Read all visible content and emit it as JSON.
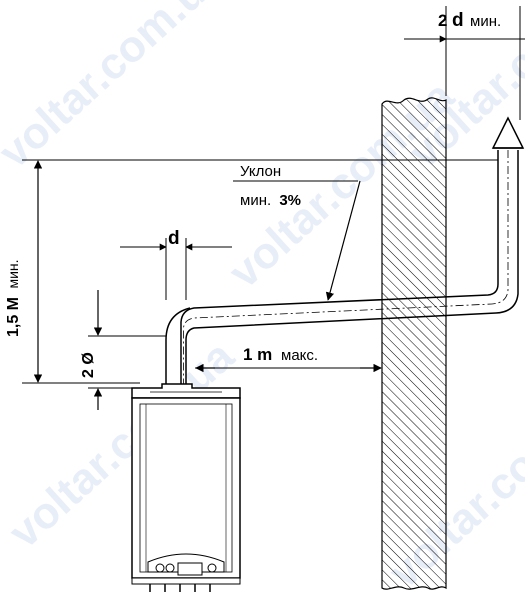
{
  "labels": {
    "wall_gap_value": "2",
    "wall_gap_d": "d",
    "wall_gap_unit": "мин.",
    "slope_title": "Уклон",
    "slope_prefix": "мин.",
    "slope_value": "3%",
    "pipe_d": "d",
    "height_label_value": "1,5 М",
    "height_label_unit": "мин.",
    "riser_label": "2 Ø",
    "horizontal_value": "1 m",
    "horizontal_unit": "макс."
  },
  "watermarks": [
    "voltar.com.ua",
    "voltar.com.ua",
    "voltar.com.ua",
    "voltar.com.ua",
    "voltar.com.ua"
  ],
  "colors": {
    "line": "#000000",
    "hatch": "#000000",
    "watermark": "#d6e1f3"
  }
}
